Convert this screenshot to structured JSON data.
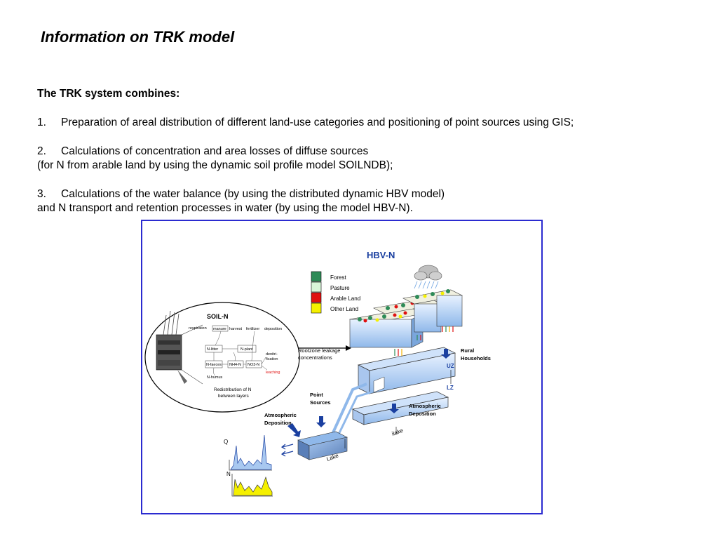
{
  "page": {
    "title": "Information on TRK model",
    "intro": "The TRK system combines:",
    "items": [
      {
        "number": "1.",
        "text": "Preparation of areal distribution of different land-use categories and positioning of point sources using GIS;",
        "cont": ""
      },
      {
        "number": "2.",
        "text": "Calculations of concentration and area losses of diffuse sources",
        "cont": "(for N from arable land by using the dynamic soil profile model SOILNDB);"
      },
      {
        "number": "3.",
        "text": "Calculations of the water balance (by using the distributed dynamic HBV model)",
        "cont": "and N transport and retention processes in water (by using the model HBV-N)."
      }
    ]
  },
  "figure": {
    "title": "HBV-N",
    "legend": [
      {
        "label": "Forest",
        "color": "#2e8b57"
      },
      {
        "label": "Pasture",
        "color": "#d8f5d8"
      },
      {
        "label": "Arable Land",
        "color": "#e01010"
      },
      {
        "label": "Other Land",
        "color": "#f5f000"
      }
    ],
    "soil": {
      "title": "SOIL-N",
      "respiration": "respiration",
      "manure": "manure",
      "harvest": "harvest",
      "fertilizer": "fertilizer",
      "deposition": "deposition",
      "n_litter": "N-litter",
      "n_plant": "N-plant",
      "n_faeces": "N-faeces",
      "nh4": "NH4-N",
      "no3": "NO3-N",
      "denitrification_1": "denitri-",
      "denitrification_2": "fication",
      "leaching": "leaching",
      "n_humus": "N-humus",
      "redistribution_1": "Redistribution of N",
      "redistribution_2": "between layers"
    },
    "rootzone_1": "Rootzone leakage",
    "rootzone_2": "concentrations",
    "rural_1": "Rural",
    "rural_2": "Households",
    "uz": "UZ",
    "lz": "LZ",
    "point_sources_1": "Point",
    "point_sources_2": "Sources",
    "atmospheric_1": "Atmospheric",
    "atmospheric_2": "Deposition",
    "atmospheric_right_1": "Atmospheric",
    "atmospheric_right_2": "Deposition",
    "ilake": "ilake",
    "lake": "Lake",
    "q_label": "Q",
    "n_label": "N"
  }
}
